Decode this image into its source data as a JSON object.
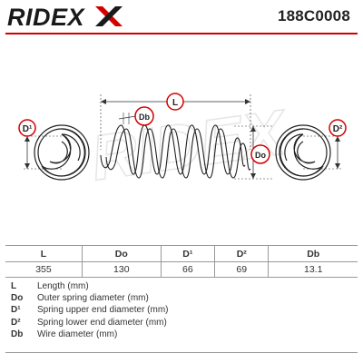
{
  "header": {
    "brand": "RIDEX",
    "part_number": "188C0008"
  },
  "diagram": {
    "labels": {
      "length": "L",
      "wire": "Db",
      "outer": "Do",
      "upper": "D¹",
      "lower": "D²"
    },
    "watermark": "RIDEX",
    "accent_color": "#d40000"
  },
  "spec_table": {
    "headers": [
      "L",
      "Do",
      "D¹",
      "D²",
      "Db"
    ],
    "values": [
      "355",
      "130",
      "66",
      "69",
      "13.1"
    ]
  },
  "legend": [
    {
      "key": "L",
      "text": "Length (mm)"
    },
    {
      "key": "Do",
      "text": "Outer spring diameter (mm)"
    },
    {
      "key": "D¹",
      "text": "Spring upper end diameter (mm)"
    },
    {
      "key": "D²",
      "text": "Spring lower end diameter (mm)"
    },
    {
      "key": "Db",
      "text": "Wire diameter (mm)"
    }
  ]
}
